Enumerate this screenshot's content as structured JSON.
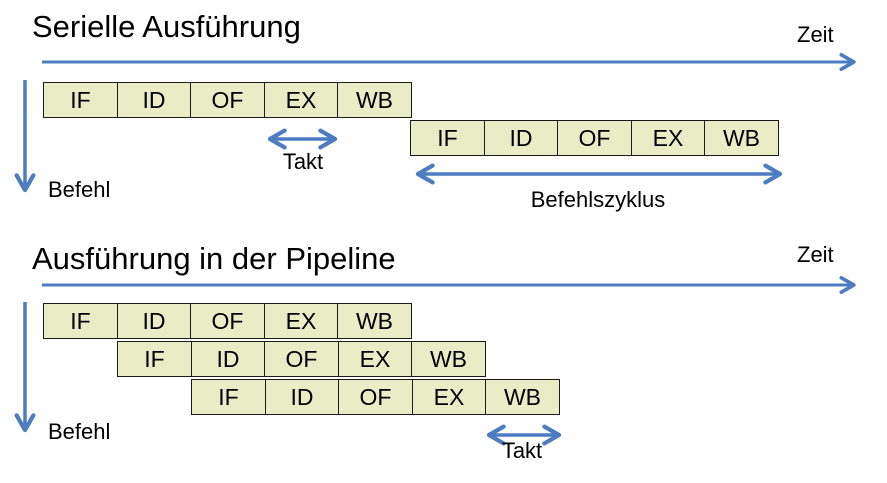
{
  "colors": {
    "arrow_blue": "#4E7CC1",
    "box_fill": "#EAECC6",
    "box_border": "#1a1a1a",
    "text": "#000000"
  },
  "sections": [
    {
      "title": "Serielle Ausführung",
      "time_axis_label": "Zeit",
      "y_axis_label": "Befehl",
      "takt_label": "Takt",
      "befehlszyklus_label": "Befehlszyklus",
      "rows": [
        {
          "cells": [
            "IF",
            "ID",
            "OF",
            "EX",
            "WB"
          ]
        },
        {
          "cells": [
            "IF",
            "ID",
            "OF",
            "EX",
            "WB"
          ]
        }
      ]
    },
    {
      "title": "Ausführung in der Pipeline",
      "time_axis_label": "Zeit",
      "y_axis_label": "Befehl",
      "takt_label": "Takt",
      "rows": [
        {
          "cells": [
            "IF",
            "ID",
            "OF",
            "EX",
            "WB"
          ]
        },
        {
          "cells": [
            "IF",
            "ID",
            "OF",
            "EX",
            "WB"
          ]
        },
        {
          "cells": [
            "IF",
            "ID",
            "OF",
            "EX",
            "WB"
          ]
        }
      ]
    }
  ]
}
